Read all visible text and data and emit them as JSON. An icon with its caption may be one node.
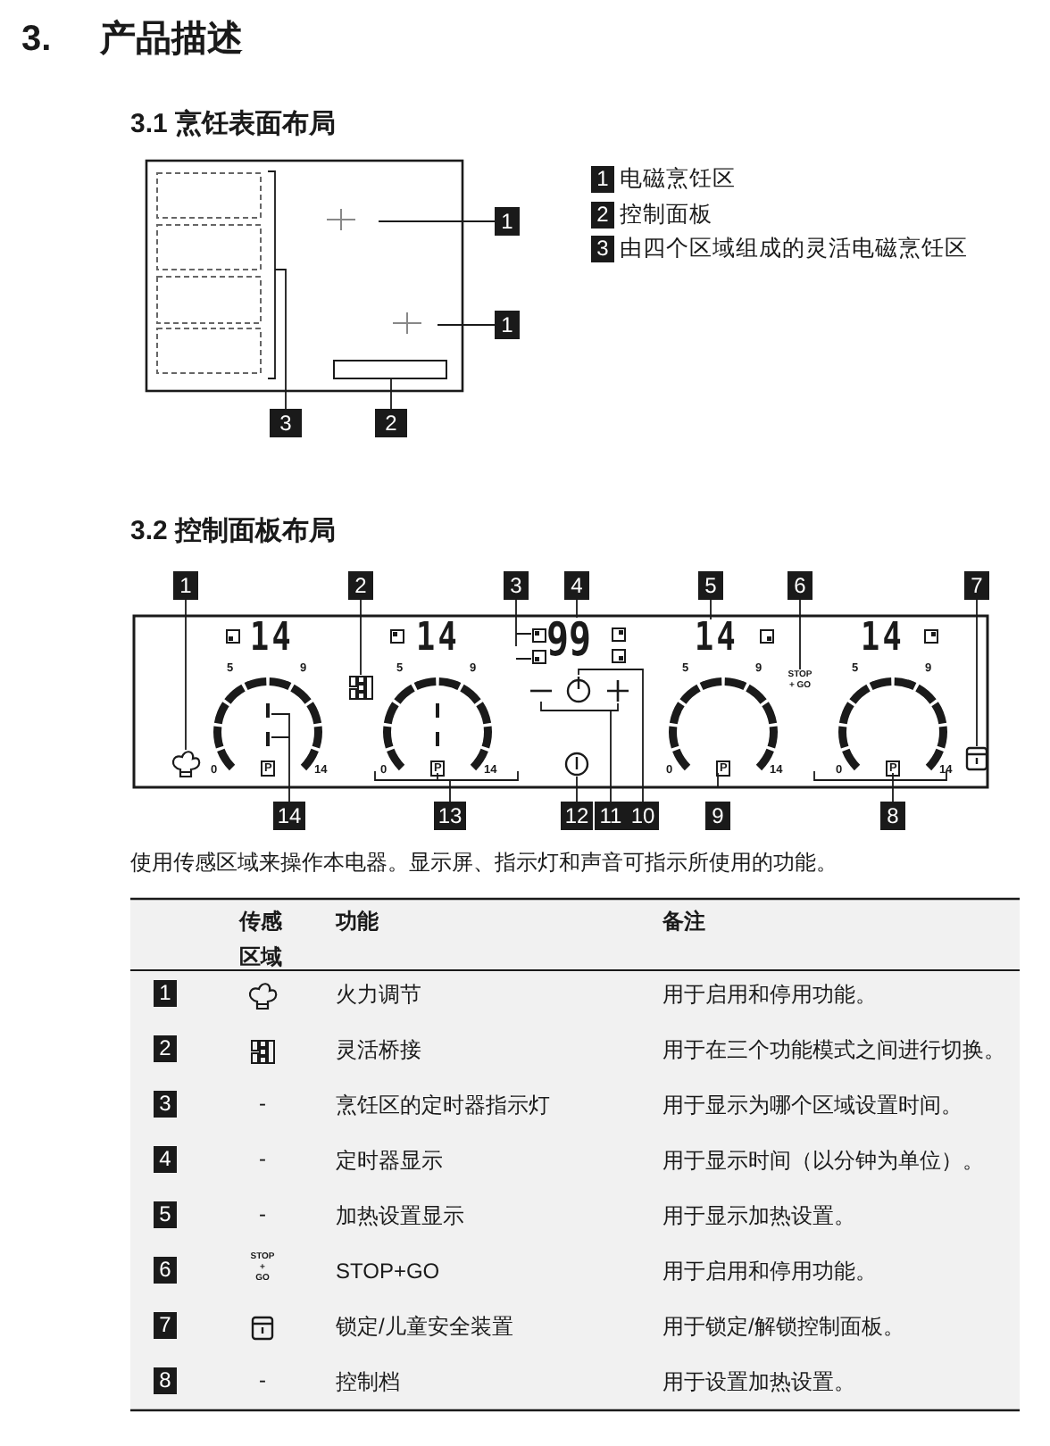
{
  "diagram": {
    "title": "3. 产品描述",
    "nodes": [
      {
        "text": [
          "1"
        ],
        "beside": [
          "电磁烹饪区"
        ]
      },
      {
        "text": [
          "2"
        ],
        "beside": [
          "控制面板"
        ]
      },
      {
        "text": [
          "3"
        ],
        "beside": [
          "由四个区域组成的灵活电磁烹饪区"
        ]
      },
      {
        "text": [
          "1"
        ]
      },
      {
        "text": [
          "1"
        ]
      },
      {
        "text": [
          "3"
        ]
      },
      {
        "text": [
          "2"
        ]
      },
      {
        "text": [
          "1"
        ]
      },
      {
        "text": [
          "2"
        ]
      },
      {
        "text": [
          "3"
        ]
      },
      {
        "text": [
          "4"
        ]
      },
      {
        "text": [
          "5"
        ]
      },
      {
        "text": [
          "6"
        ]
      },
      {
        "text": [
          "7"
        ]
      },
      {
        "text": [
          "14"
        ]
      },
      {
        "text": [
          "13"
        ]
      },
      {
        "text": [
          "12"
        ]
      },
      {
        "text": [
          "11"
        ]
      },
      {
        "text": [
          "10"
        ]
      },
      {
        "text": [
          "9"
        ]
      },
      {
        "text": [
          "8"
        ]
      },
      {
        "text": [
          "1"
        ]
      },
      {
        "text": [
          "2"
        ]
      },
      {
        "text": [
          "3"
        ]
      },
      {
        "text": [
          "4"
        ]
      },
      {
        "text": [
          "5"
        ]
      },
      {
        "text": [
          "6"
        ]
      },
      {
        "text": [
          "7"
        ]
      },
      {
        "text": [
          "8"
        ]
      },
      {
        "text": [],
        "shape": "picture"
      },
      {
        "text": [],
        "shape": "picture"
      },
      {
        "text": [
          "99"
        ]
      },
      {
        "text": [
          "14"
        ]
      },
      {
        "text": [
          "STOP + GO"
        ]
      },
      {
        "text": [],
        "shape": "picture"
      },
      {
        "text": [],
        "shape": "circle"
      },
      {
        "text": [],
        "shape": "picture"
      },
      {
        "text": [],
        "shape": "arc"
      },
      {
        "text": [],
        "shape": "arc"
      },
      {
        "text": [],
        "shape": "arc"
      },
      {
        "text": [],
        "shape": "bar"
      },
      {
        "text": [],
        "shape": "box"
      }
    ],
    "edges": [
      {
        "from": 3,
        "to": null,
        "arrow": "none"
      },
      {
        "from": 4,
        "to": null,
        "arrow": "none"
      },
      {
        "from": 5,
        "to": null,
        "arrow": "none"
      },
      {
        "from": 6,
        "to": null,
        "arrow": "none"
      },
      {
        "from": 7,
        "to": 29,
        "arrow": "none"
      },
      {
        "from": 8,
        "to": 30,
        "arrow": "none"
      },
      {
        "from": 9,
        "to": 41,
        "arrow": "none"
      },
      {
        "from": 10,
        "to": 31,
        "arrow": "none"
      },
      {
        "from": 11,
        "to": 32,
        "arrow": "none"
      },
      {
        "from": 12,
        "to": 33,
        "arrow": "none"
      },
      {
        "from": 13,
        "to": 34,
        "arrow": "none"
      },
      {
        "from": 14,
        "to": 40,
        "arrow": "none"
      },
      {
        "from": 15,
        "to": 37,
        "arrow": "none"
      },
      {
        "from": 16,
        "to": 36,
        "arrow": "none"
      },
      {
        "from": 17,
        "to": null,
        "arrow": "none"
      },
      {
        "from": 18,
        "to": 35,
        "arrow": "none"
      },
      {
        "from": 19,
        "to": 38,
        "arrow": "none"
      },
      {
        "from": 20,
        "to": 39,
        "arrow": "none"
      }
    ],
    "labels": [
      "3.1 烹饪表面布局",
      "3.2 控制面板布局",
      "14",
      "5",
      "9",
      "0",
      "P",
      "14",
      "14",
      "5",
      "9",
      "0",
      "P",
      "14",
      "5",
      "9",
      "0",
      "P",
      "14",
      "14",
      "5",
      "9",
      "0",
      "P",
      "14",
      "使用传感区域来操作本电器。显示屏、指示灯和声音可指示所使用的功能。",
      "传感区域",
      "功能",
      "备注",
      "火力调节",
      "用于启用和停用功能。",
      "灵活桥接",
      "用于在三个功能模式之间进行切换。",
      "-",
      "烹饪区的定时器指示灯",
      "用于显示为哪个区域设置时间。",
      "-",
      "定时器显示",
      "用于显示时间（以分钟为单位）。",
      "-",
      "加热设置显示",
      "用于显示加热设置。",
      "STOP",
      "+",
      "GO",
      "STOP+GO",
      "用于启用和停用功能。",
      "锁定/儿童安全装置",
      "用于锁定/解锁控制面板。",
      "-",
      "控制档",
      "用于设置加热设置。"
    ]
  }
}
